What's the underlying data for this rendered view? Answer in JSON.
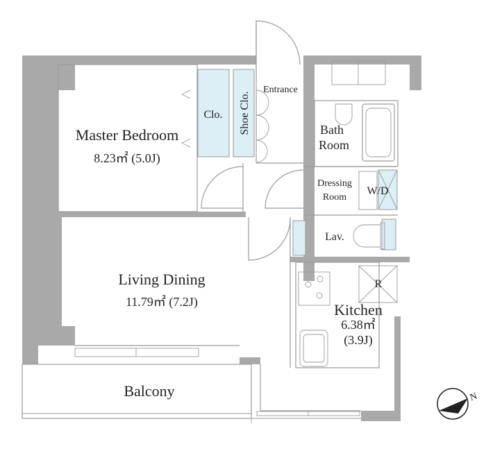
{
  "plan": {
    "rooms": {
      "master_bedroom": {
        "name": "Master Bedroom",
        "area": "8.23㎡ (5.0J)"
      },
      "living_dining": {
        "name": "Living Dining",
        "area": "11.79㎡ (7.2J)"
      },
      "kitchen": {
        "name": "Kitchen",
        "area": "6.38㎡",
        "tatami": "(3.9J)"
      },
      "closet": {
        "name": "Clo."
      },
      "shoe_closet": {
        "name": "Shoe Clo."
      },
      "entrance": {
        "name": "Entrance"
      },
      "bath": {
        "line1": "Bath",
        "line2": "Room"
      },
      "dressing": {
        "line1": "Dressing",
        "line2": "Room"
      },
      "washer": {
        "name": "W/D"
      },
      "lavatory": {
        "name": "Lav."
      },
      "refrigerator": {
        "name": "R"
      },
      "balcony": {
        "name": "Balcony"
      }
    },
    "compass": {
      "letter": "N"
    },
    "colors": {
      "wall": "#a9a9a9",
      "storage": "#dceef6",
      "line": "#9a9a9a",
      "text": "#222222"
    }
  }
}
